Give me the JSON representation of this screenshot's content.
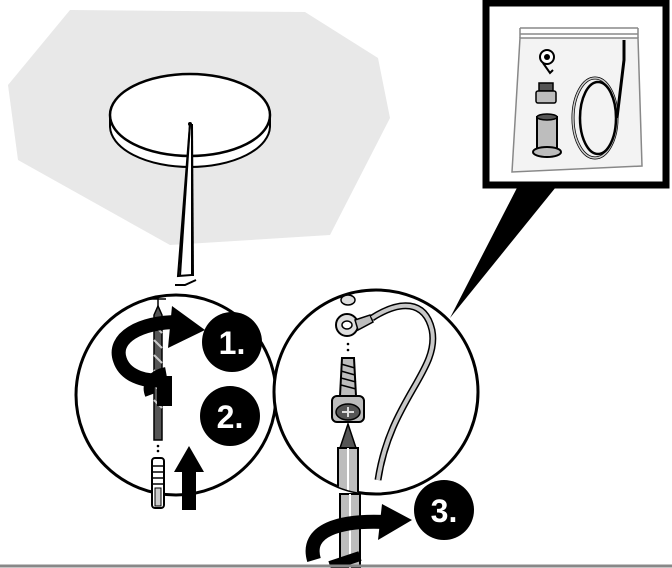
{
  "steps": [
    {
      "id": 1,
      "label": "1."
    },
    {
      "id": 2,
      "label": "2."
    },
    {
      "id": 3,
      "label": "3."
    }
  ],
  "colors": {
    "ceiling": "#e8e8e8",
    "ink": "#000000",
    "paper": "#ffffff",
    "bag": "#f3f3f3",
    "metal": "#bdbdbd",
    "dark_metal": "#555555"
  },
  "icons": [
    "drill-bit-icon",
    "wall-plug-icon",
    "screw-icon",
    "screwdriver-icon",
    "ring-terminal-icon",
    "ground-wire-icon",
    "rotate-arrow-icon",
    "up-arrow-icon",
    "parts-bag-icon"
  ]
}
